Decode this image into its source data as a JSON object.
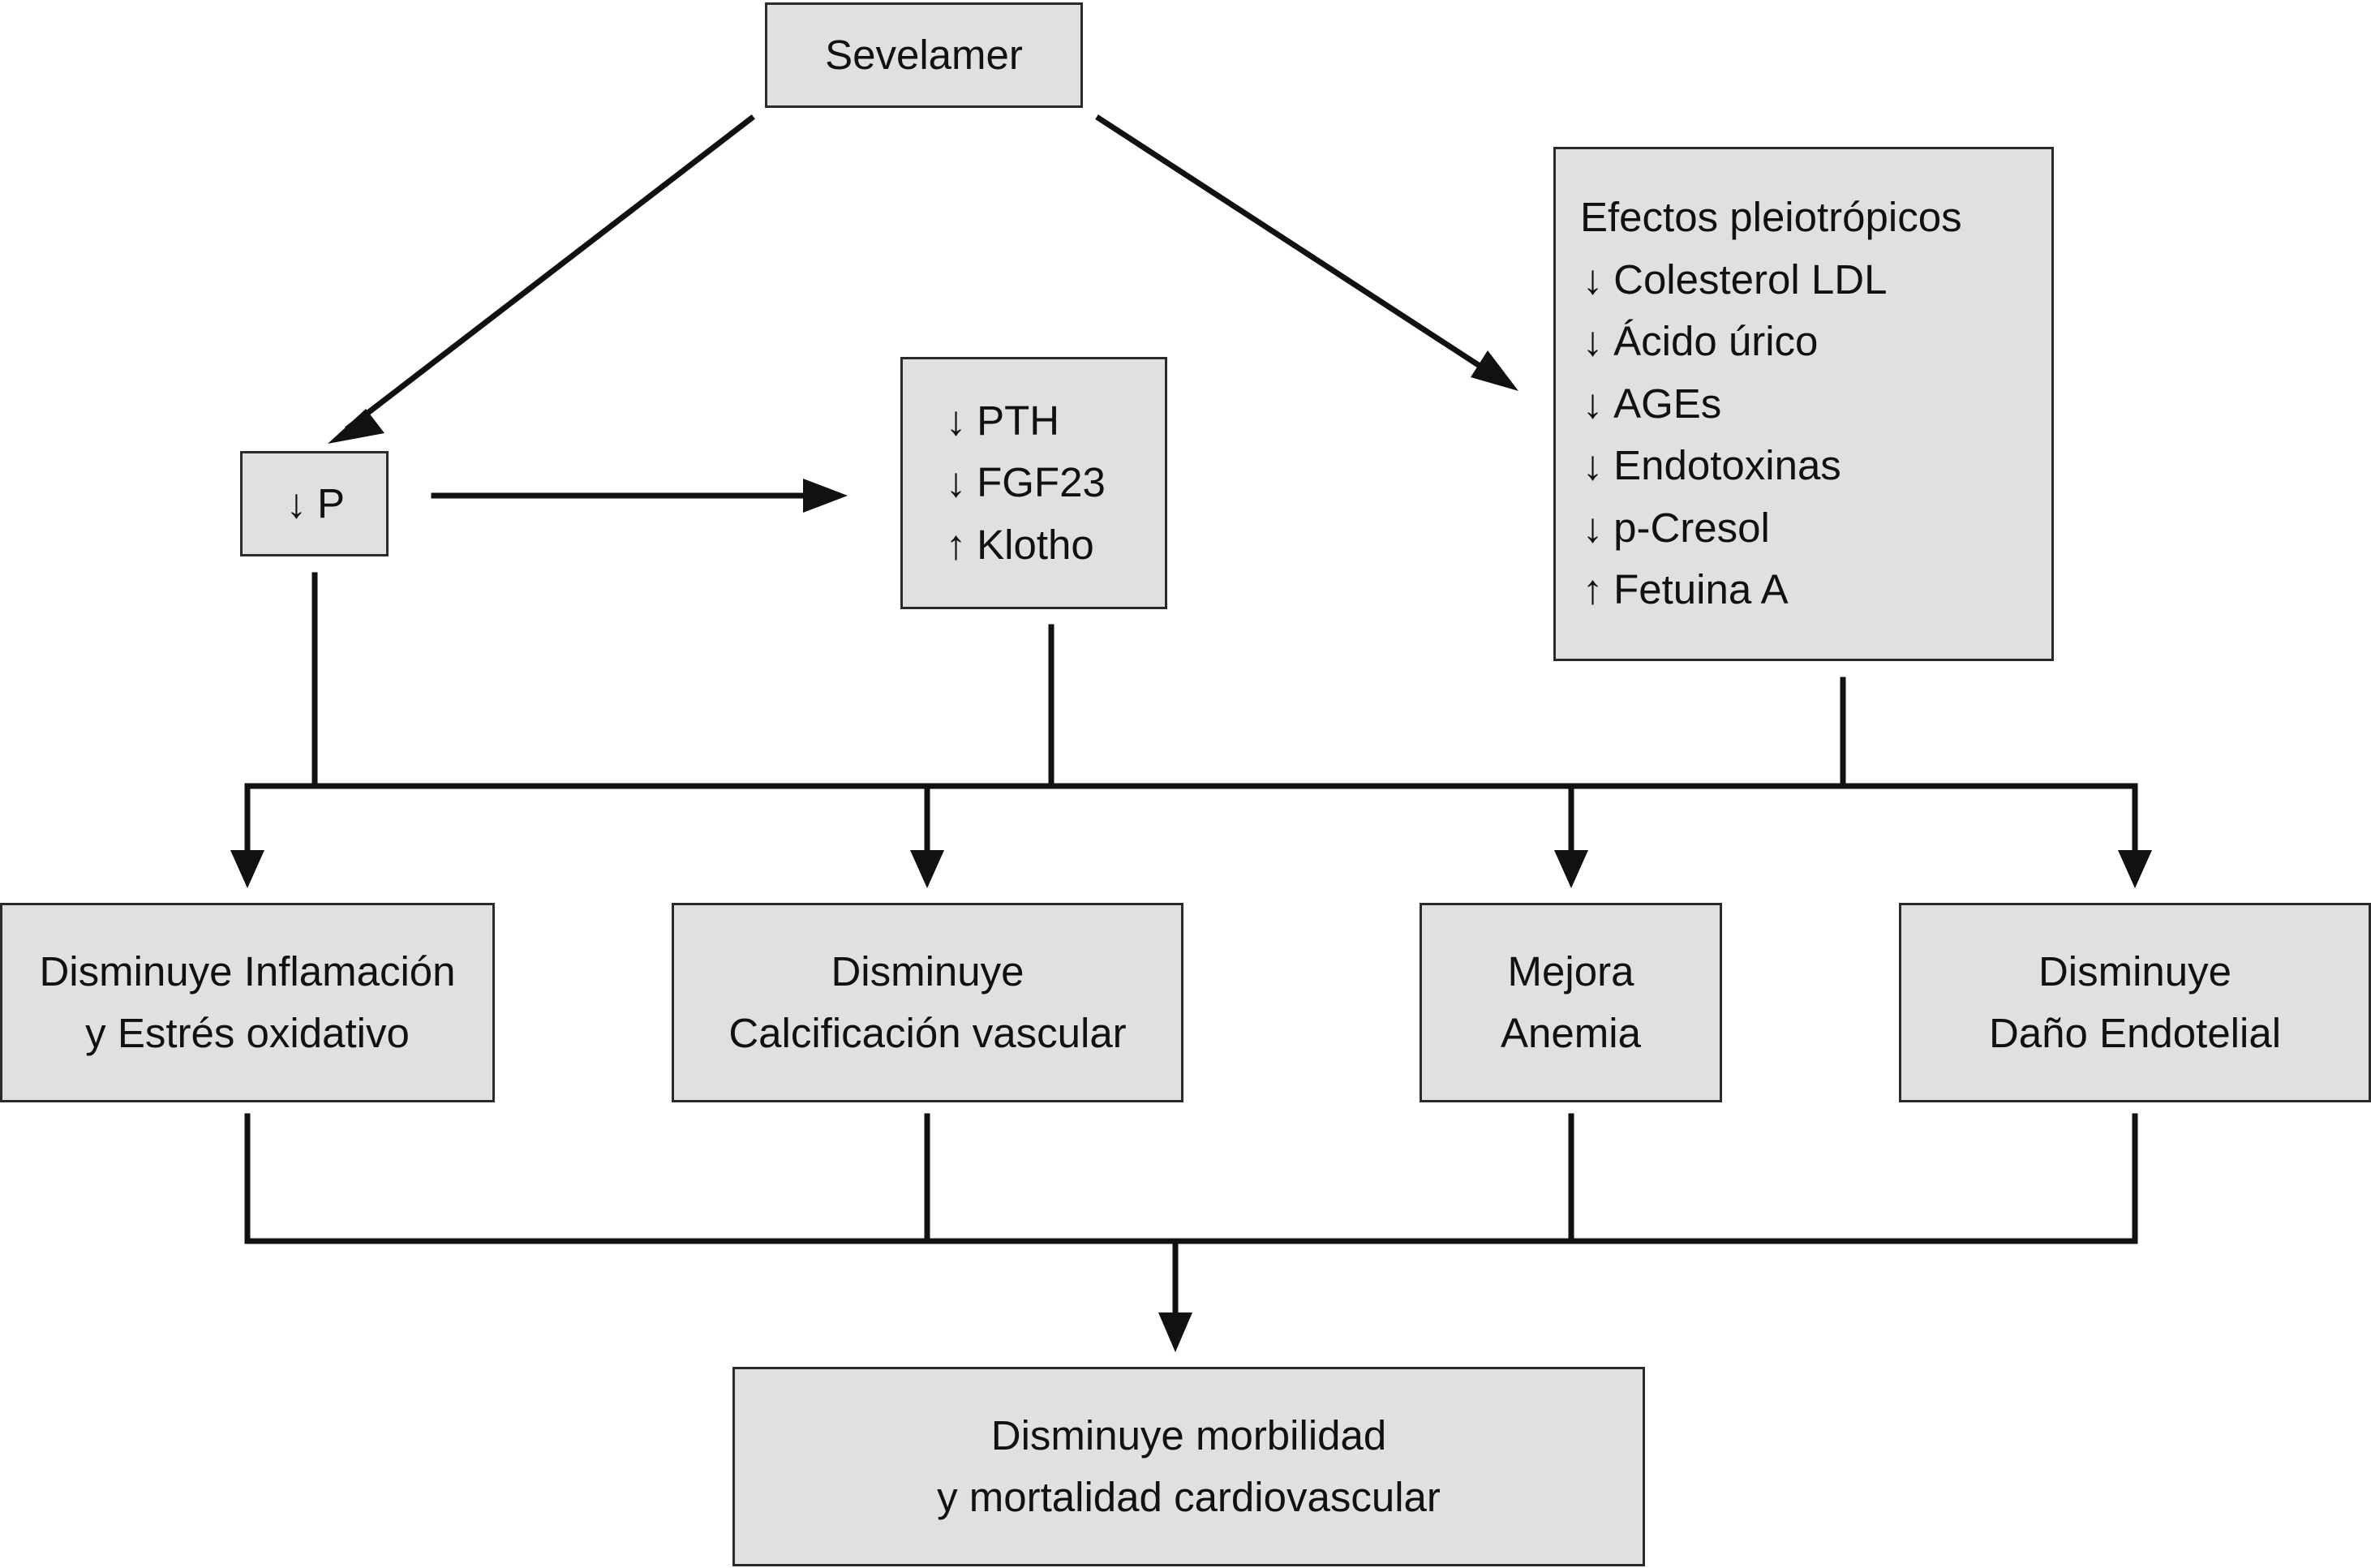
{
  "nodes": {
    "sevelamer": "Sevelamer",
    "phosphorus": {
      "symbol": "↓",
      "text": "P"
    },
    "hormones": [
      {
        "symbol": "↓",
        "text": "PTH"
      },
      {
        "symbol": "↓",
        "text": "FGF23"
      },
      {
        "symbol": "↑",
        "text": "Klotho"
      }
    ],
    "pleiotropic": {
      "title": "Efectos pleiotrópicos",
      "items": [
        {
          "symbol": "↓",
          "text": "Colesterol LDL"
        },
        {
          "symbol": "↓",
          "text": "Ácido úrico"
        },
        {
          "symbol": "↓",
          "text": "AGEs"
        },
        {
          "symbol": "↓",
          "text": "Endotoxinas"
        },
        {
          "symbol": "↓",
          "text": "p-Cresol"
        },
        {
          "symbol": "↑",
          "text": "Fetuina A"
        }
      ]
    },
    "outcomes": [
      {
        "line1": "Disminuye Inflamación",
        "line2": "y Estrés oxidativo"
      },
      {
        "line1": "Disminuye",
        "line2": "Calcificación vascular"
      },
      {
        "line1": "Mejora",
        "line2": "Anemia"
      },
      {
        "line1": "Disminuye",
        "line2": "Daño Endotelial"
      }
    ],
    "final": {
      "line1": "Disminuye morbilidad",
      "line2": "y mortalidad cardiovascular"
    }
  },
  "colors": {
    "box_fill": "#e0e0e0",
    "box_border": "#2b2b2b",
    "connector": "#111111"
  }
}
